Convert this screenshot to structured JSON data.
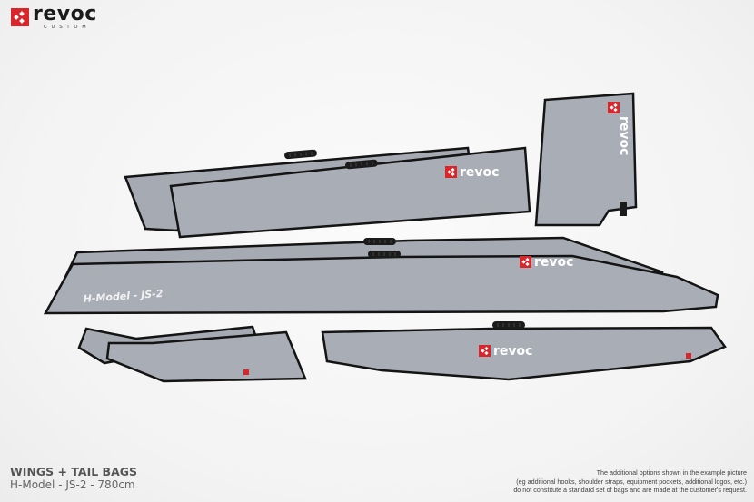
{
  "brand": {
    "name": "revoc",
    "subtitle": "CUSTOM",
    "accent_color": "#d8262b"
  },
  "product": {
    "title": "WINGS + TAIL BAGS",
    "subtitle": "H-Model - JS-2 - 780cm",
    "bag_print": "H-Model - JS-2",
    "bag_color": "#a9adb5",
    "trim_color": "#111111"
  },
  "bags": [
    {
      "name": "outer-wing-bag-back"
    },
    {
      "name": "outer-wing-bag-front",
      "logo": "revoc"
    },
    {
      "name": "rudder-bag",
      "logo": "revoc"
    },
    {
      "name": "inner-wing-bag-back"
    },
    {
      "name": "inner-wing-bag-front",
      "logo": "revoc",
      "print": "H-Model - JS-2"
    },
    {
      "name": "wingtip-bag-back"
    },
    {
      "name": "wingtip-bag-front"
    },
    {
      "name": "stabilizer-bag",
      "logo": "revoc"
    }
  ],
  "disclaimer": {
    "line1": "The additional options shown in the example picture",
    "line2": "(eg additional hooks, shoulder straps, equipment pockets, additional logos, etc.)",
    "line3": "do not constitute a standard set of bags and are made at the customer's request."
  }
}
